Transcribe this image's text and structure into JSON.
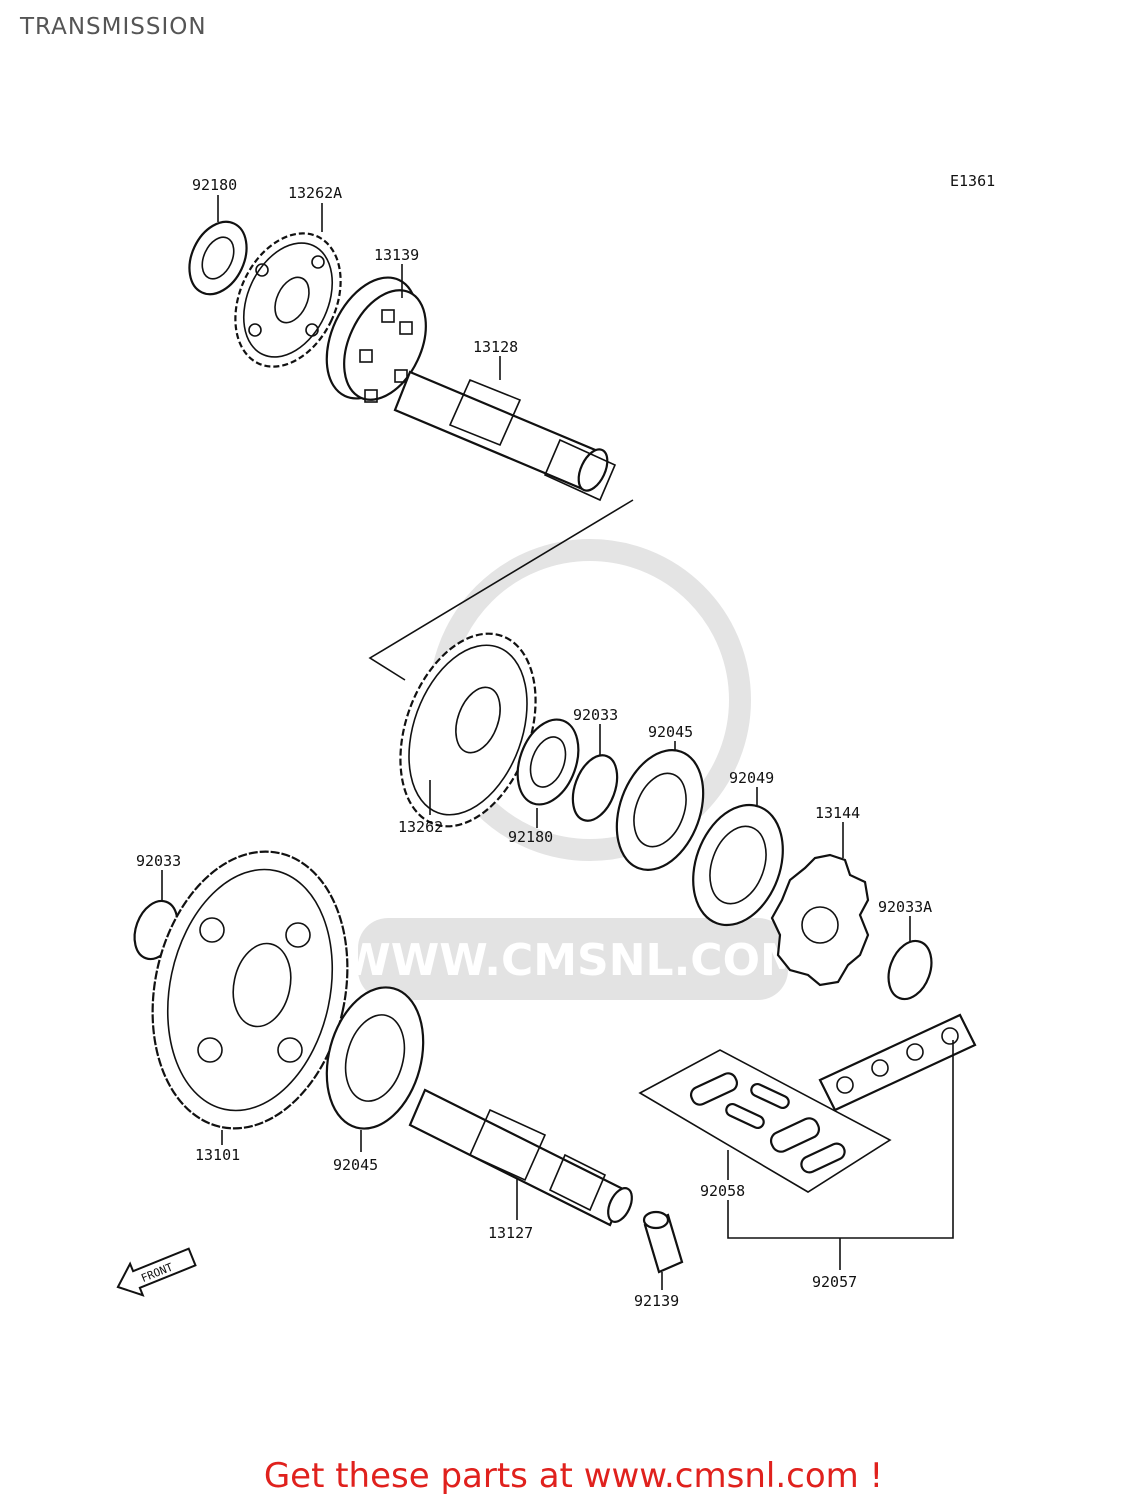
{
  "title": "TRANSMISSION",
  "diagram_code": "E1361",
  "watermark": "WWW.CMSNL.COM",
  "front_label": "FRONT",
  "parts": [
    {
      "id": "p1",
      "number": "92180"
    },
    {
      "id": "p2",
      "number": "13262A"
    },
    {
      "id": "p3",
      "number": "13139"
    },
    {
      "id": "p4",
      "number": "13128"
    },
    {
      "id": "p5",
      "number": "92033"
    },
    {
      "id": "p6",
      "number": "92045"
    },
    {
      "id": "p7",
      "number": "92049"
    },
    {
      "id": "p8",
      "number": "13144"
    },
    {
      "id": "p9",
      "number": "13262"
    },
    {
      "id": "p10",
      "number": "92180"
    },
    {
      "id": "p11",
      "number": "92033"
    },
    {
      "id": "p12",
      "number": "92033A"
    },
    {
      "id": "p13",
      "number": "13101"
    },
    {
      "id": "p14",
      "number": "92045"
    },
    {
      "id": "p15",
      "number": "92058"
    },
    {
      "id": "p16",
      "number": "13127"
    },
    {
      "id": "p17",
      "number": "92057"
    },
    {
      "id": "p18",
      "number": "92139"
    }
  ],
  "footer": {
    "prefix": "Get these parts at ",
    "link": "www.cmsnl.com",
    "suffix": " !"
  },
  "colors": {
    "footer": "#e0211d",
    "line": "#111111",
    "watermark": "#d9d9d9"
  }
}
